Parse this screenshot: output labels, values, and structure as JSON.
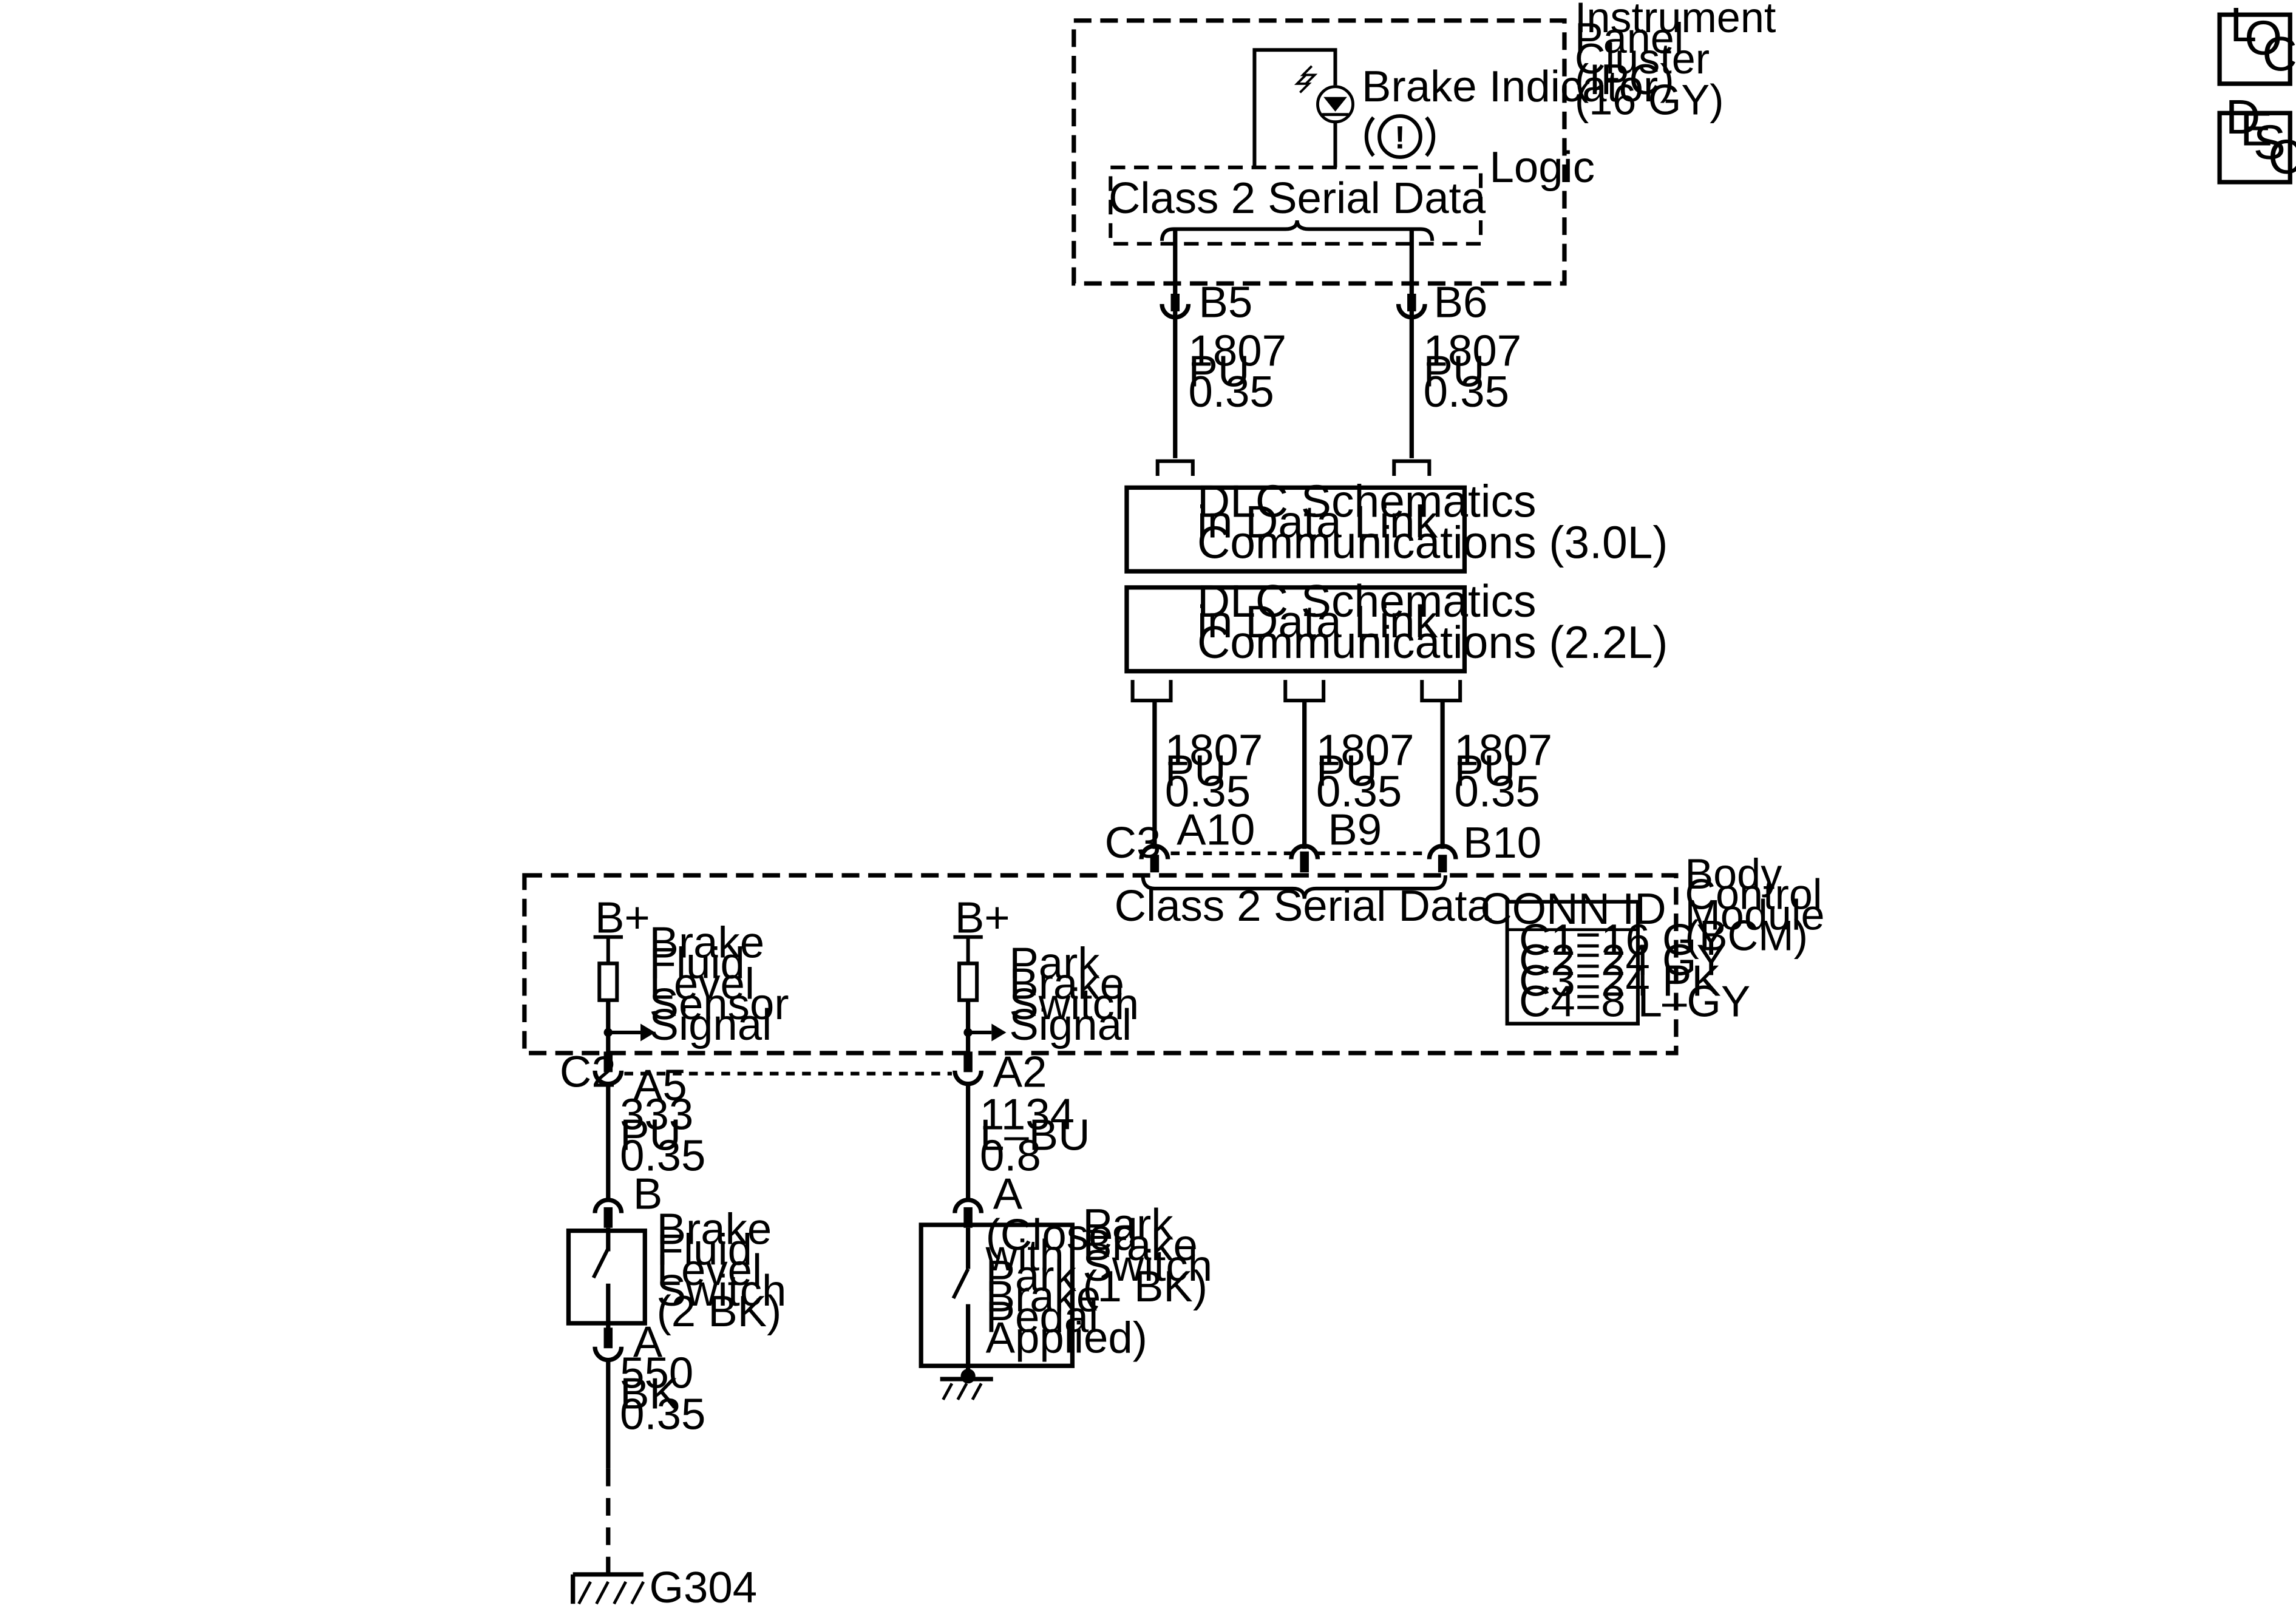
{
  "ipc": {
    "title": [
      "Instrument",
      "Panel",
      "Cluster",
      "(IPC)",
      "(16 GY)"
    ],
    "brake_indicator": "Brake Indicator",
    "indicator_symbol": "!",
    "logic": "Logic",
    "serial_data": "Class 2 Serial Data"
  },
  "ipc_wires": [
    {
      "pin": "B5",
      "wire": [
        "1807",
        "PU",
        "0.35"
      ]
    },
    {
      "pin": "B6",
      "wire": [
        "1807",
        "PU",
        "0.35"
      ]
    }
  ],
  "dlc_30": [
    "DLC Schematics",
    "in Data Link",
    "Communications   (3.0L)"
  ],
  "dlc_22": [
    "DLC Schematics",
    "in Data Link",
    "Communications   (2.2L)"
  ],
  "bcm_wires": [
    {
      "pin": "A10",
      "wire": [
        "1807",
        "PU",
        "0.35"
      ]
    },
    {
      "pin": "B9",
      "wire": [
        "1807",
        "PU",
        "0.35"
      ]
    },
    {
      "pin": "B10",
      "wire": [
        "1807",
        "PU",
        "0.35"
      ]
    }
  ],
  "bcm": {
    "connector_c3": "C3",
    "title": [
      "Body",
      "Control",
      "Module",
      "(BCM)"
    ],
    "serial_data": "Class 2 Serial Data",
    "conn_id_title": "CONN ID",
    "conn_ids": [
      "C1=16 GY",
      "C2=24 GY",
      "C3=24 PK",
      "C4=8 L–GY"
    ],
    "bplus_left": "B+",
    "bplus_right": "B+",
    "fluid_signal": [
      "Brake",
      "Fluid",
      "Level",
      "Sensor",
      "Signal"
    ],
    "park_signal": [
      "Park",
      "Brake",
      "Switch",
      "Signal"
    ],
    "connector_c2": "C2",
    "pin_a5": "A5",
    "pin_a2": "A2"
  },
  "fluid_circuit": {
    "wire_upper": [
      "333",
      "PU",
      "0.35"
    ],
    "pin_b": "B",
    "switch_label": [
      "Brake",
      "Fluid",
      "Level",
      "Switch",
      "(2 BK)"
    ],
    "pin_a": "A",
    "wire_lower": [
      "550",
      "BK",
      "0.35"
    ],
    "ground": "G304"
  },
  "park_circuit": {
    "wire": [
      "1134",
      "L–BU",
      "0.8"
    ],
    "pin_a": "A",
    "switch_note": [
      "(Closed",
      "with",
      "Park",
      "Brake",
      "Pedal",
      "Applied)"
    ],
    "switch_label": [
      "Park",
      "Brake",
      "Switch",
      "(1 BK)"
    ]
  },
  "badges": {
    "loc": [
      "L",
      "O",
      "C"
    ],
    "desc": [
      "D",
      "E",
      "S",
      "C"
    ]
  }
}
